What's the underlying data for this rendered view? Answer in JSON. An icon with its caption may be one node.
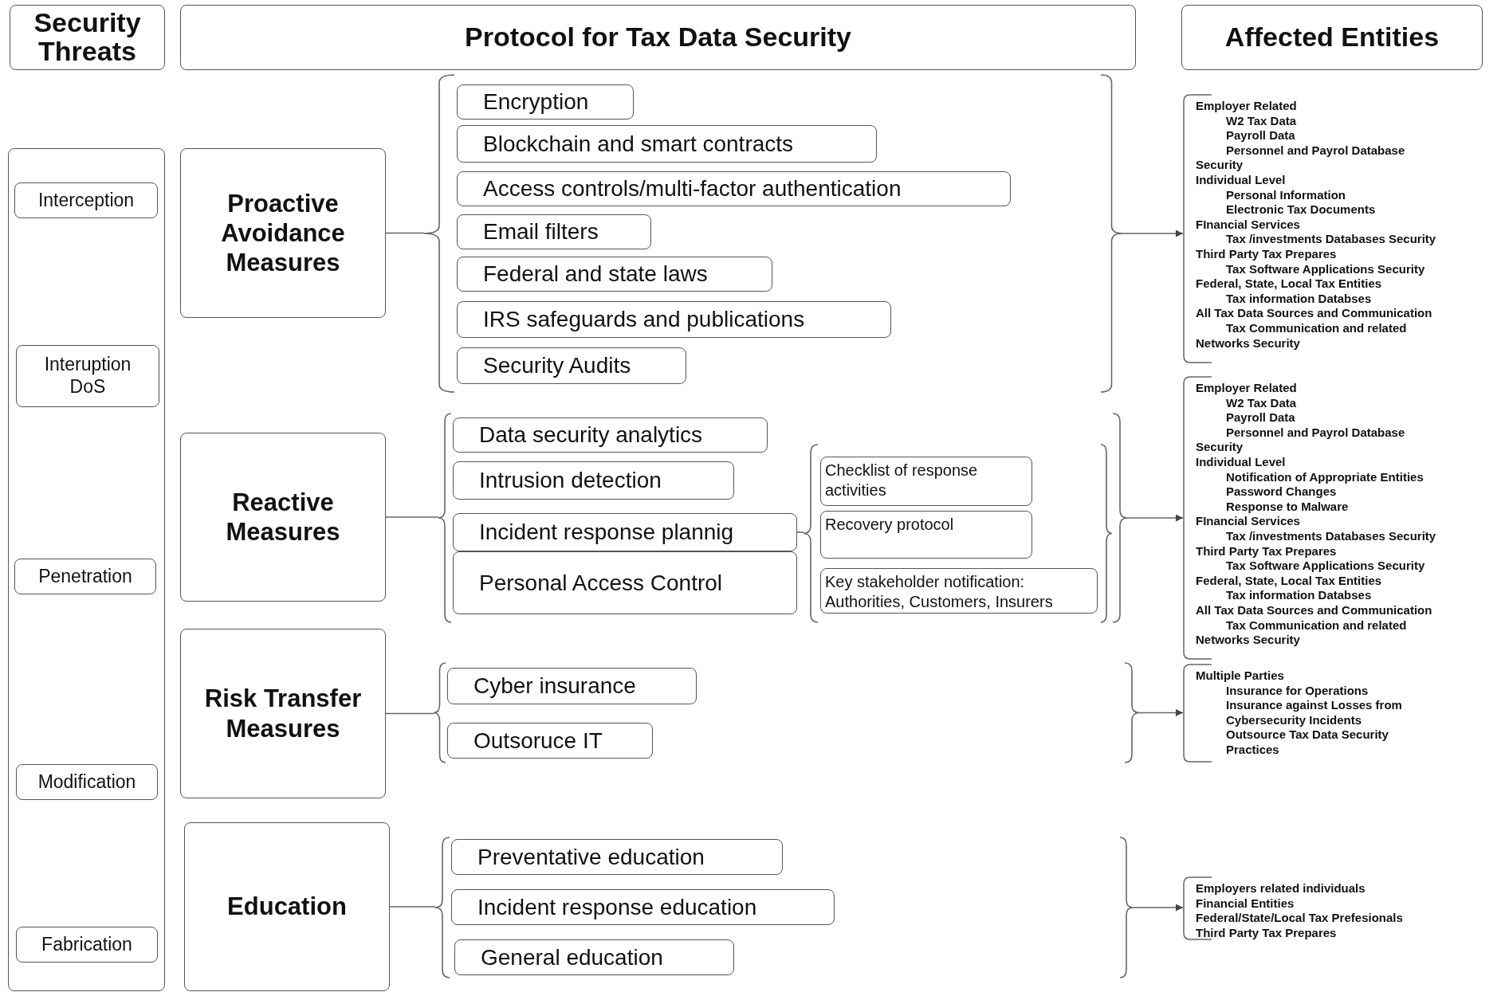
{
  "diagram": {
    "nodes": [
      {
        "text": [
          "Security Threats"
        ]
      },
      {
        "text": [
          "Protocol for Tax Data Security"
        ]
      },
      {
        "text": [
          "Affected Entities"
        ]
      },
      {
        "text": [],
        "shape": "box"
      },
      {
        "text": [
          "Interception"
        ],
        "in": 3
      },
      {
        "text": [
          "Interuption DoS"
        ],
        "in": 3
      },
      {
        "text": [
          "Penetration"
        ],
        "in": 3
      },
      {
        "text": [
          "Modification"
        ],
        "in": 3
      },
      {
        "text": [
          "Fabrication"
        ],
        "in": 3
      },
      {
        "text": [
          "Proactive Avoidance Measures"
        ]
      },
      {
        "text": [
          "Encryption"
        ]
      },
      {
        "text": [
          "Blockchain and smart contracts"
        ]
      },
      {
        "text": [
          "Access controls/multi-factor authentication"
        ]
      },
      {
        "text": [
          "Email filters"
        ]
      },
      {
        "text": [
          "Federal and state laws"
        ]
      },
      {
        "text": [
          "IRS safeguards and publications"
        ]
      },
      {
        "text": [
          "Security Audits"
        ]
      },
      {
        "text": [
          "Reactive Measures"
        ]
      },
      {
        "text": [
          "Data security analytics"
        ]
      },
      {
        "text": [
          "Intrusion detection"
        ]
      },
      {
        "text": [
          "Incident response plannig"
        ]
      },
      {
        "text": [
          "Personal Access Control"
        ]
      },
      {
        "text": [
          "Checklist of response activities"
        ]
      },
      {
        "text": [
          "Recovery protocol"
        ]
      },
      {
        "text": [
          "Key stakeholder notification: Authorities, Customers, Insurers"
        ]
      },
      {
        "text": [
          "Risk Transfer Measures"
        ]
      },
      {
        "text": [
          "Cyber insurance"
        ]
      },
      {
        "text": [
          "Outsoruce IT"
        ]
      },
      {
        "text": [
          "Education"
        ]
      },
      {
        "text": [
          "Preventative education"
        ]
      },
      {
        "text": [
          "Incident response education"
        ]
      },
      {
        "text": [
          "General education"
        ]
      },
      {
        "text": [
          "Employer Related",
          "W2 Tax Data",
          "Payroll Data",
          "Personnel and Payrol Database",
          "Security",
          "Individual Level",
          "Personal Information",
          "Electronic Tax Documents",
          "FInancial Services",
          "Tax /investments Databases Security",
          "Third Party Tax Prepares",
          "Tax Software Applications Security",
          "Federal, State, Local Tax Entities",
          "Tax information Databses",
          "All Tax Data Sources and Communication",
          "Tax Communication and related",
          "Networks Security"
        ]
      },
      {
        "text": [
          "Employer Related",
          "W2 Tax Data",
          "Payroll Data",
          "Personnel and Payrol Database",
          "Security",
          "Individual Level",
          "Notification of Appropriate Entities",
          "Password Changes",
          "Response to Malware",
          "FInancial Services",
          "Tax /investments Databases Security",
          "Third Party Tax Prepares",
          "Tax Software Applications Security",
          "Federal, State, Local Tax Entities",
          "Tax information Databses",
          "All Tax Data Sources and Communication",
          "Tax Communication and related",
          "Networks Security"
        ]
      },
      {
        "text": [
          "Multiple Parties",
          "Insurance for Operations",
          "Insurance against Losses from",
          "Cybersecurity Incidents",
          "Outsource Tax Data Security",
          "Practices"
        ]
      },
      {
        "text": [
          "Employers related individuals",
          "Financial Entities",
          "Federal/State/Local Tax Prefesionals",
          "Third Party Tax Prepares"
        ]
      },
      {
        "text": [],
        "shape": "brace"
      },
      {
        "text": [],
        "shape": "brace"
      },
      {
        "text": [],
        "shape": "brace"
      },
      {
        "text": [],
        "shape": "brace"
      },
      {
        "text": [],
        "shape": "brace"
      },
      {
        "text": [],
        "shape": "brace"
      },
      {
        "text": [],
        "shape": "brace"
      },
      {
        "text": [],
        "shape": "brace"
      },
      {
        "text": [],
        "shape": "brace"
      },
      {
        "text": [],
        "shape": "brace"
      }
    ],
    "edges": [
      {
        "from": 9,
        "to": 36,
        "arrow": "none"
      },
      {
        "from": 37,
        "to": 32,
        "arrow": "to"
      },
      {
        "from": 17,
        "to": 38,
        "arrow": "none"
      },
      {
        "from": 20,
        "to": 39,
        "arrow": "none"
      },
      {
        "from": 41,
        "to": 33,
        "arrow": "to"
      },
      {
        "from": 25,
        "to": 42,
        "arrow": "none"
      },
      {
        "from": 43,
        "to": 34,
        "arrow": "to"
      },
      {
        "from": 28,
        "to": 44,
        "arrow": "none"
      },
      {
        "from": 45,
        "to": 35,
        "arrow": "to"
      }
    ]
  }
}
